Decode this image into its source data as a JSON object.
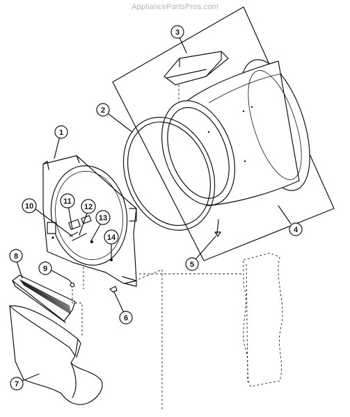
{
  "watermark": "AppliancePartsPros.com",
  "callouts": [
    {
      "id": "c1",
      "label": "1"
    },
    {
      "id": "c2",
      "label": "2"
    },
    {
      "id": "c3",
      "label": "3"
    },
    {
      "id": "c4",
      "label": "4"
    },
    {
      "id": "c5",
      "label": "5"
    },
    {
      "id": "c6",
      "label": "6"
    },
    {
      "id": "c7",
      "label": "7"
    },
    {
      "id": "c8",
      "label": "8"
    },
    {
      "id": "c9",
      "label": "9"
    },
    {
      "id": "c10",
      "label": "10"
    },
    {
      "id": "c11",
      "label": "11"
    },
    {
      "id": "c12",
      "label": "12"
    },
    {
      "id": "c13",
      "label": "13"
    },
    {
      "id": "c14",
      "label": "14"
    }
  ]
}
